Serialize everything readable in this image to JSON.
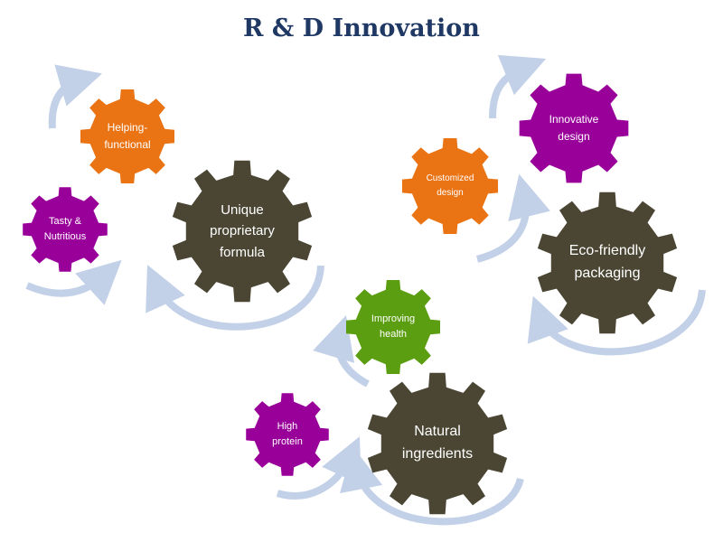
{
  "title": "R & D Innovation",
  "colors": {
    "dark_gear": "#4a4633",
    "orange_gear": "#ea7314",
    "purple_gear": "#990099",
    "green_gear": "#5c9e12",
    "arrow": "#c3d1e8",
    "title": "#1f3864"
  },
  "gears": [
    {
      "id": "gear-unique-formula",
      "label": "Unique\nproprietary\nformula",
      "color": "dark_gear"
    },
    {
      "id": "gear-helping-functional",
      "label": "Helping-\nfunctional",
      "color": "orange_gear"
    },
    {
      "id": "gear-tasty-nutritious",
      "label": "Tasty &\nNutritious",
      "color": "purple_gear"
    },
    {
      "id": "gear-customized-design",
      "label": "Customized\ndesign",
      "color": "orange_gear"
    },
    {
      "id": "gear-innovative-design",
      "label": "Innovative\ndesign",
      "color": "purple_gear"
    },
    {
      "id": "gear-eco-friendly",
      "label": "Eco-friendly\npackaging",
      "color": "dark_gear"
    },
    {
      "id": "gear-improving-health",
      "label": "Improving\nhealth",
      "color": "green_gear"
    },
    {
      "id": "gear-high-protein",
      "label": "High\nprotein",
      "color": "purple_gear"
    },
    {
      "id": "gear-natural-ingredients",
      "label": "Natural\ningredients",
      "color": "dark_gear"
    }
  ]
}
